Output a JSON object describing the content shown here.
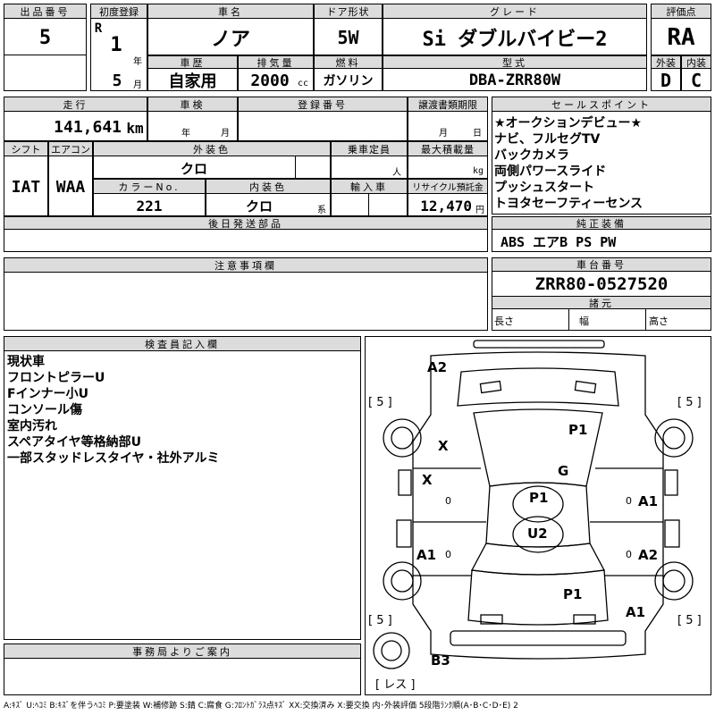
{
  "headers": {
    "lot_no": "出品番号",
    "first_reg": "初度登録",
    "car_name": "車名",
    "door": "ドア形状",
    "grade": "グレード",
    "score": "評価点",
    "history": "車歴",
    "displacement": "排気量",
    "fuel": "燃料",
    "model_code": "型式",
    "exterior": "外装",
    "interior": "内装",
    "mileage": "走行",
    "inspection": "車検",
    "reg_no": "登録番号",
    "transfer_deadline": "譲渡書類期限",
    "sales_points": "セールスポイント",
    "shift": "シフト",
    "aircon": "エアコン",
    "ext_color": "外装色",
    "capacity": "乗車定員",
    "max_load": "最大積載量",
    "color_no": "カラーNo.",
    "int_color": "内装色",
    "import": "輸入車",
    "recycle": "リサイクル預託金",
    "later_parts": "後日発送部品",
    "genuine": "純正装備",
    "notes": "注意事項欄",
    "chassis_no": "車台番号",
    "specs": "諸元",
    "inspector": "検査員記入欄",
    "office": "事務局よりご案内"
  },
  "vehicle": {
    "lot_no": "5",
    "era": "R",
    "year": "1",
    "year_unit": "年",
    "month": "5",
    "month_unit": "月",
    "car_name": "ノア",
    "door": "5W",
    "grade": "Si ダブルバイビー2",
    "score": "RA",
    "history": "自家用",
    "displacement": "2000",
    "cc": "cc",
    "fuel": "ガソリン",
    "model_code": "DBA-ZRR80W",
    "exterior": "D",
    "interior": "C",
    "mileage": "141,641",
    "km": "km",
    "insp_year_unit": "年",
    "insp_month_unit": "月",
    "transfer_month_unit": "月",
    "transfer_day_unit": "日",
    "shift": "IAT",
    "aircon": "WAA",
    "ext_color": "クロ",
    "capacity_unit": "人",
    "load_unit": "kg",
    "color_no": "221",
    "int_color": "クロ",
    "int_color_unit": "系",
    "recycle": "12,470",
    "yen": "円",
    "chassis_no": "ZRR80-0527520",
    "length_label": "長さ",
    "width_label": "幅",
    "height_label": "高さ"
  },
  "sales_points": [
    "★オークションデビュー★",
    "ナビ、フルセグTV",
    "バックカメラ",
    "両側パワースライド",
    "プッシュスタート",
    "トヨタセーフティーセンス"
  ],
  "genuine_equipment": "ABS エアB PS PW",
  "inspector_notes": [
    "現状車",
    "フロントピラーU",
    "Fインナー小U",
    "コンソール傷",
    "室内汚れ",
    "スペアタイヤ等格納部U",
    "一部スタッドレスタイヤ・社外アルミ"
  ],
  "diagram": {
    "tire_left_top": "[ 5 ]",
    "tire_right_top": "[ 5 ]",
    "tire_left_bottom": "[ 5 ]",
    "tire_right_bottom": "[ 5 ]",
    "spare": "[ レス ]",
    "marks": [
      {
        "text": "A2"
      },
      {
        "text": "X"
      },
      {
        "text": "P1"
      },
      {
        "text": "G"
      },
      {
        "text": "X"
      },
      {
        "text": "0"
      },
      {
        "text": "P1"
      },
      {
        "text": "0"
      },
      {
        "text": "A1"
      },
      {
        "text": "U2"
      },
      {
        "text": "A1"
      },
      {
        "text": "0"
      },
      {
        "text": "0"
      },
      {
        "text": "A2"
      },
      {
        "text": "P1"
      },
      {
        "text": "A1"
      },
      {
        "text": "B3"
      }
    ]
  },
  "legend": "A:ｷｽﾞ U:ﾍｺﾐ B:ｷｽﾞを伴うﾍｺﾐ P:要塗装 W:補修跡 S:錆 C:腐食 G:ﾌﾛﾝﾄｶﾞﾗｽ点ｷｽﾞ XX:交換済み X:要交換 内･外装評価 5段階ﾗﾝｸ順(A･B･C･D･E) 2"
}
